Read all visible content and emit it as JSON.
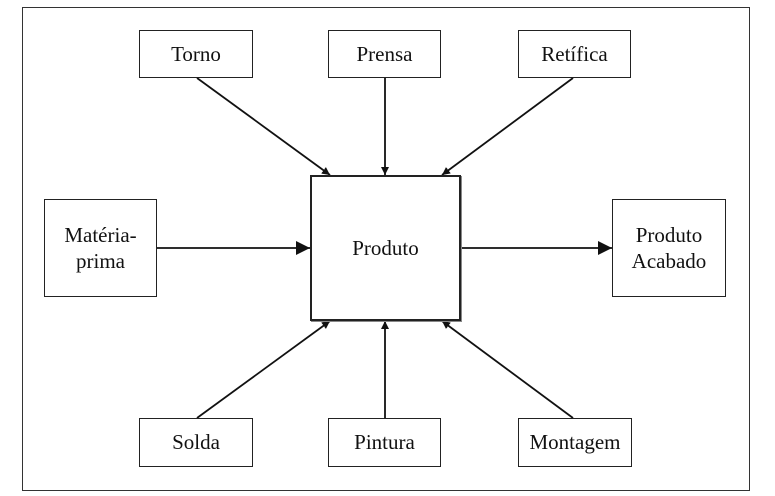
{
  "nodes": {
    "torno": "Torno",
    "prensa": "Prensa",
    "retifica": "Retífica",
    "materia_prima": "Matéria-\nprima",
    "produto": "Produto",
    "produto_acabado": "Produto\nAcabado",
    "solda": "Solda",
    "pintura": "Pintura",
    "montagem": "Montagem"
  },
  "edges": [
    {
      "from": "torno",
      "to": "produto"
    },
    {
      "from": "prensa",
      "to": "produto"
    },
    {
      "from": "retifica",
      "to": "produto"
    },
    {
      "from": "materia_prima",
      "to": "produto"
    },
    {
      "from": "produto",
      "to": "produto_acabado"
    },
    {
      "from": "solda",
      "to": "produto"
    },
    {
      "from": "pintura",
      "to": "produto"
    },
    {
      "from": "montagem",
      "to": "produto"
    }
  ]
}
